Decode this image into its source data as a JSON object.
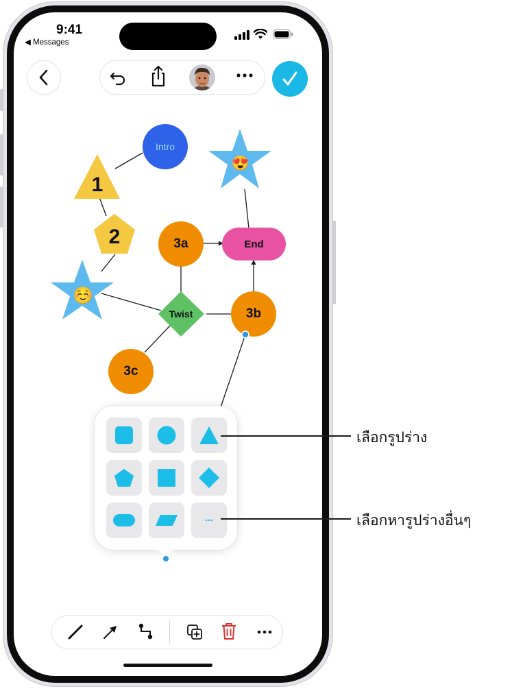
{
  "status_bar": {
    "time": "9:41",
    "back_label": "◀ Messages"
  },
  "toolbar": {
    "back_icon": "chevron-left-icon",
    "undo_icon": "undo-icon",
    "share_icon": "share-icon",
    "avatar_icon": "memoji-avatar-icon",
    "more_icon": "ellipsis-icon",
    "done_icon": "checkmark-icon",
    "done_color": "#19b8e6"
  },
  "diagram": {
    "nodes": [
      {
        "id": "intro",
        "label": "Intro",
        "shape": "circle",
        "color": "#2e62e8"
      },
      {
        "id": "n1",
        "label": "1",
        "shape": "triangle",
        "color": "#f5c842"
      },
      {
        "id": "n2",
        "label": "2",
        "shape": "pentagon",
        "color": "#f5c842"
      },
      {
        "id": "star1",
        "label": "☺️",
        "shape": "star",
        "color": "#5eb9ee"
      },
      {
        "id": "star2",
        "label": "😍",
        "shape": "star",
        "color": "#5eb9ee"
      },
      {
        "id": "n3a",
        "label": "3a",
        "shape": "circle",
        "color": "#f08c00"
      },
      {
        "id": "end",
        "label": "End",
        "shape": "rounded-rect",
        "color": "#e952a3"
      },
      {
        "id": "twist",
        "label": "Twist",
        "shape": "diamond",
        "color": "#5ec164"
      },
      {
        "id": "n3b",
        "label": "3b",
        "shape": "circle",
        "color": "#f08c00"
      },
      {
        "id": "n3c",
        "label": "3c",
        "shape": "circle",
        "color": "#f08c00"
      }
    ]
  },
  "shape_picker": {
    "accent": "#1cbde6",
    "items": [
      {
        "icon": "square-rounded-icon"
      },
      {
        "icon": "circle-icon"
      },
      {
        "icon": "triangle-icon"
      },
      {
        "icon": "pentagon-icon"
      },
      {
        "icon": "square-icon"
      },
      {
        "icon": "diamond-icon"
      },
      {
        "icon": "pill-icon"
      },
      {
        "icon": "parallelogram-icon"
      },
      {
        "icon": "more-shapes-icon",
        "label": "···"
      }
    ]
  },
  "callouts": {
    "choose_shape": "เลือกรูปร่าง",
    "find_more_shapes": "เลือกหารูปร่างอื่นๆ"
  },
  "bottom_toolbar": {
    "items": [
      "line-icon",
      "arrow-icon",
      "elbow-connector-icon",
      "duplicate-icon",
      "trash-icon",
      "ellipsis-icon"
    ],
    "trash_color": "#e0322c"
  }
}
